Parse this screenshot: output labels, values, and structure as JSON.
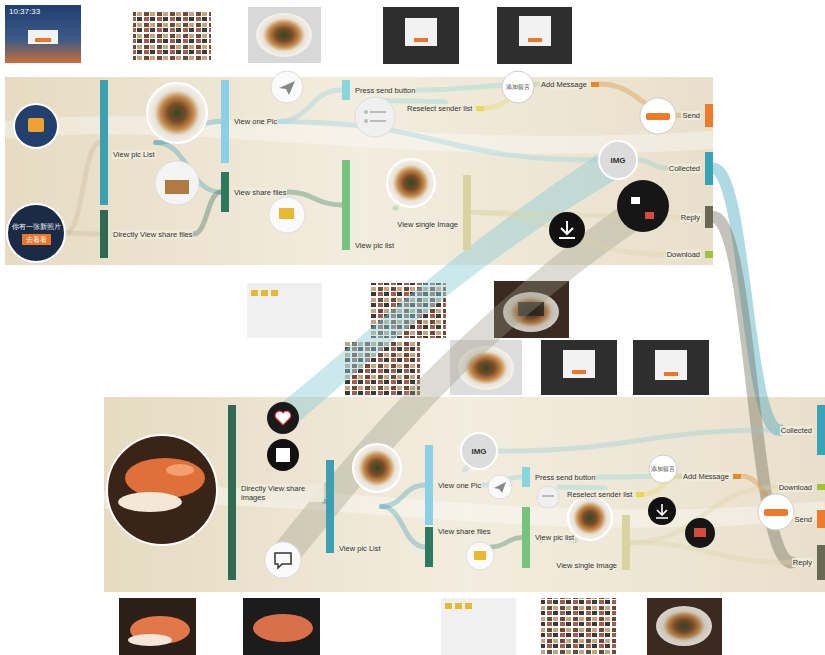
{
  "diagram": {
    "nodes": [
      {
        "text": [
          "你有一张新照片",
          "去看看"
        ]
      },
      {
        "text": [
          "View pic List"
        ]
      },
      {
        "text": [
          "Directly View share files"
        ]
      },
      {
        "text": [
          "View one Pic"
        ]
      },
      {
        "text": [
          "View share files"
        ]
      },
      {
        "text": [
          "Press send button"
        ]
      },
      {
        "text": [
          "Reselect sender list"
        ]
      },
      {
        "text": [
          "View pic list"
        ]
      },
      {
        "text": [
          "View single Image"
        ]
      },
      {
        "text": [
          "Add Message"
        ]
      },
      {
        "text": [
          "IMG"
        ]
      },
      {
        "text": [
          "Send"
        ]
      },
      {
        "text": [
          "Collected"
        ]
      },
      {
        "text": [
          "Reply"
        ]
      },
      {
        "text": [
          "Download"
        ]
      },
      {
        "text": [
          "Directly View share images"
        ]
      },
      {
        "text": [
          "View pic List"
        ]
      },
      {
        "text": [
          "View one Pic"
        ]
      },
      {
        "text": [
          "IMG"
        ]
      },
      {
        "text": [
          "View share files"
        ]
      },
      {
        "text": [
          "Press send button"
        ]
      },
      {
        "text": [
          "Reselect sender list"
        ]
      },
      {
        "text": [
          "Add Message"
        ]
      },
      {
        "text": [
          "View pic list"
        ]
      },
      {
        "text": [
          "View single Image"
        ]
      },
      {
        "text": [
          "Collected"
        ]
      },
      {
        "text": [
          "Download"
        ]
      },
      {
        "text": [
          "Send"
        ]
      },
      {
        "text": [
          "Reply"
        ]
      }
    ],
    "edges": [
      {
        "from": 0,
        "to": 1,
        "arrow": "none"
      },
      {
        "from": 0,
        "to": 2,
        "arrow": "none"
      },
      {
        "from": 1,
        "to": 3,
        "arrow": "none"
      },
      {
        "from": 1,
        "to": 4,
        "arrow": "none"
      },
      {
        "from": 2,
        "to": 4,
        "arrow": "none"
      },
      {
        "from": 3,
        "to": 5,
        "arrow": "none"
      },
      {
        "from": 3,
        "to": 10,
        "arrow": "none"
      },
      {
        "from": 4,
        "to": 7,
        "arrow": "none"
      },
      {
        "from": 7,
        "to": 8,
        "arrow": "none"
      },
      {
        "from": 5,
        "to": 6,
        "arrow": "none"
      },
      {
        "from": 5,
        "to": 9,
        "arrow": "none"
      },
      {
        "from": 6,
        "to": 9,
        "arrow": "none"
      },
      {
        "from": 9,
        "to": 11,
        "arrow": "none"
      },
      {
        "from": 10,
        "to": 12,
        "arrow": "none"
      },
      {
        "from": 8,
        "to": 13,
        "arrow": "none"
      },
      {
        "from": 8,
        "to": 14,
        "arrow": "none"
      },
      {
        "from": 12,
        "to": 25,
        "arrow": "none"
      },
      {
        "from": 13,
        "to": 28,
        "arrow": "none"
      },
      {
        "from": 15,
        "to": 16,
        "arrow": "none"
      },
      {
        "from": 16,
        "to": 17,
        "arrow": "none"
      },
      {
        "from": 16,
        "to": 19,
        "arrow": "none"
      },
      {
        "from": 17,
        "to": 20,
        "arrow": "none"
      },
      {
        "from": 17,
        "to": 18,
        "arrow": "none"
      },
      {
        "from": 19,
        "to": 23,
        "arrow": "none"
      },
      {
        "from": 23,
        "to": 24,
        "arrow": "none"
      },
      {
        "from": 20,
        "to": 21,
        "arrow": "none"
      },
      {
        "from": 20,
        "to": 22,
        "arrow": "none"
      },
      {
        "from": 21,
        "to": 22,
        "arrow": "none"
      },
      {
        "from": 22,
        "to": 27,
        "arrow": "none"
      },
      {
        "from": 18,
        "to": 25,
        "arrow": "none"
      },
      {
        "from": 24,
        "to": 26,
        "arrow": "none"
      },
      {
        "from": 24,
        "to": 28,
        "arrow": "none"
      }
    ],
    "labels": [
      "10:37:33",
      "添加留言",
      "添加留言"
    ]
  }
}
